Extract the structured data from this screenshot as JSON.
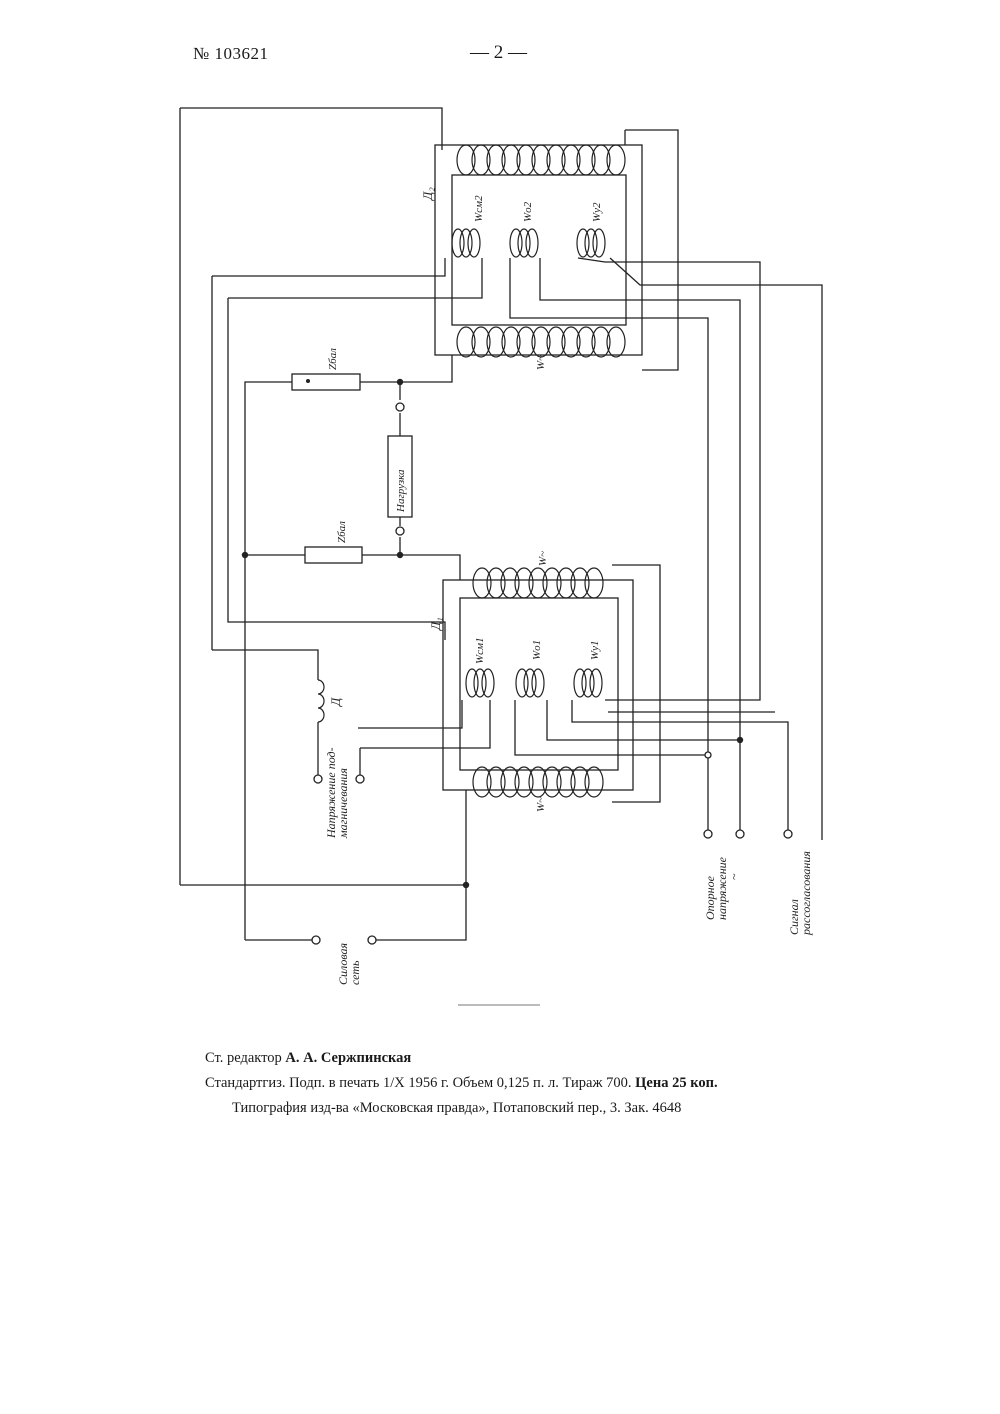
{
  "header": {
    "patent_number": "№ 103621",
    "page_number": "— 2 —"
  },
  "diagram": {
    "labels": {
      "choke_top": "Д₂",
      "choke_bottom": "Д₁",
      "winding_cm2": "Wсм2",
      "winding_o2": "Wо2",
      "winding_y2": "Wу2",
      "winding_ac_top_lower": "W~",
      "winding_ac_bottom_upper": "W~",
      "winding_cm1": "Wсм1",
      "winding_o1": "Wо1",
      "winding_y1": "Wу1",
      "winding_ac_bottom_lower": "W~",
      "ballast_top": "Zбал",
      "ballast_bottom": "Zбал",
      "load": "Нагрузка",
      "bias_choke": "Д",
      "bias_voltage": "Напряжение под-\nмагничевания",
      "power_network": "Силовая\nсеть",
      "reference_voltage": "Опорное\nнапряжение\n~",
      "mismatch_signal": "Сигнал\nрассогласования"
    }
  },
  "imprint": {
    "editor_prefix": "Ст. редактор",
    "editor_name": "А. А. Сержпинская",
    "publisher_line": "Стандартгиз. Подп. в печать 1/X 1956 г. Объем 0,125 п. л. Тираж 700.",
    "price": "Цена 25 коп.",
    "printer_line": "Типография изд-ва «Московская правда», Потаповский пер., 3. Зак. 4648"
  }
}
